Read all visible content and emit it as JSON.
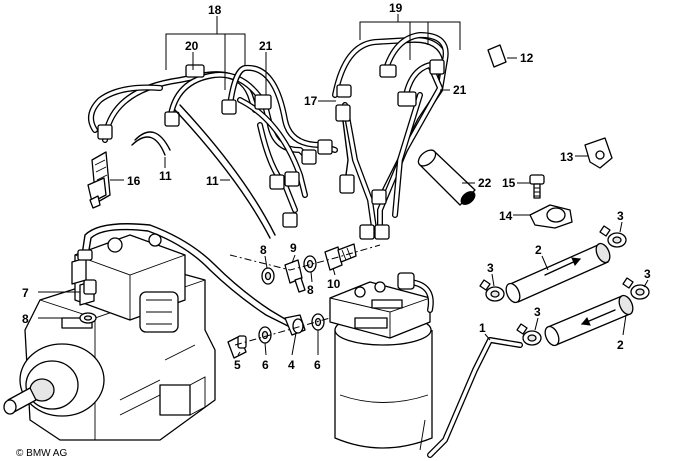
{
  "copyright": "© BMW AG",
  "labels": {
    "l18": "18",
    "l19": "19",
    "l20": "20",
    "l21a": "21",
    "l21b": "21",
    "l12": "12",
    "l17": "17",
    "l13": "13",
    "l16": "16",
    "l11a": "11",
    "l11b": "11",
    "l22": "22",
    "l15": "15",
    "l14": "14",
    "l3a": "3",
    "l8a": "8",
    "l9": "9",
    "l10": "10",
    "l8b": "8",
    "l2a": "2",
    "l3b": "3",
    "l3c": "3",
    "l7": "7",
    "l8c": "8",
    "l3d": "3",
    "l1": "1",
    "l2b": "2",
    "l5": "5",
    "l6a": "6",
    "l4": "4",
    "l6b": "6"
  }
}
